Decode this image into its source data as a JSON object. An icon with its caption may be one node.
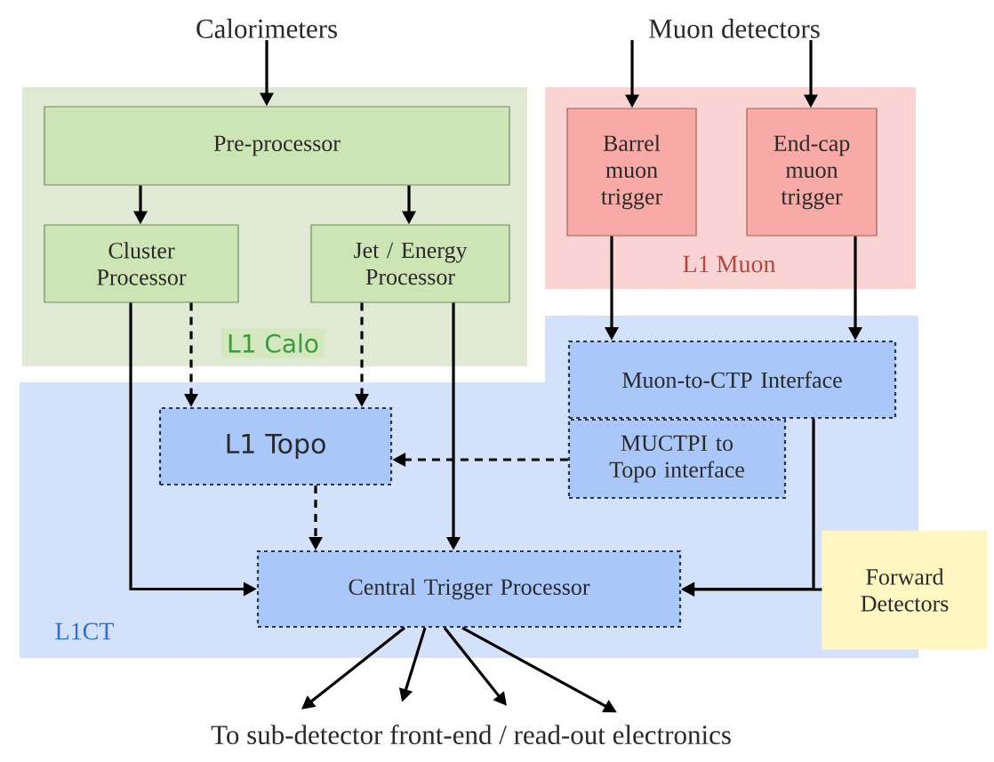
{
  "diagram": {
    "nodes": [
      {
        "text": [
          "Calorimeters"
        ]
      },
      {
        "text": [
          "Muon detectors"
        ]
      },
      {
        "text": [
          "L1 Calo"
        ]
      },
      {
        "text": [
          "Pre-processor"
        ],
        "in": 2
      },
      {
        "text": [
          "Cluster Processor"
        ],
        "in": 2
      },
      {
        "text": [
          "Jet / Energy Processor"
        ],
        "in": 2
      },
      {
        "text": [
          "L1 Muon"
        ]
      },
      {
        "text": [
          "Barrel muon trigger"
        ],
        "in": 6
      },
      {
        "text": [
          "End-cap muon trigger"
        ],
        "in": 6
      },
      {
        "text": [
          "L1CT"
        ]
      },
      {
        "text": [
          "L1 Topo"
        ],
        "in": 9
      },
      {
        "text": [
          "Muon-to-CTP Interface"
        ],
        "in": 9
      },
      {
        "text": [
          "MUCTPI to Topo interface"
        ],
        "in": 9
      },
      {
        "text": [
          "Central Trigger Processor"
        ],
        "in": 9
      },
      {
        "text": [
          "Forward Detectors"
        ]
      },
      {
        "text": [
          "To sub-detector front-end / read-out electronics"
        ]
      }
    ],
    "edges": [
      {
        "from": 0,
        "to": 3,
        "arrow": "to"
      },
      {
        "from": 1,
        "to": 7,
        "arrow": "to"
      },
      {
        "from": 1,
        "to": 8,
        "arrow": "to"
      },
      {
        "from": 3,
        "to": 4,
        "arrow": "to"
      },
      {
        "from": 3,
        "to": 5,
        "arrow": "to"
      },
      {
        "from": 4,
        "to": 10,
        "arrow": "to",
        "style": "dashed"
      },
      {
        "from": 4,
        "to": 13,
        "arrow": "to"
      },
      {
        "from": 5,
        "to": 10,
        "arrow": "to",
        "style": "dashed"
      },
      {
        "from": 5,
        "to": 13,
        "arrow": "to"
      },
      {
        "from": 7,
        "to": 11,
        "arrow": "to"
      },
      {
        "from": 8,
        "to": 11,
        "arrow": "to"
      },
      {
        "from": 12,
        "to": 10,
        "arrow": "to",
        "style": "dashed"
      },
      {
        "from": 10,
        "to": 13,
        "arrow": "to",
        "style": "dashed"
      },
      {
        "from": 11,
        "to": 13,
        "arrow": "to"
      },
      {
        "from": 14,
        "to": 13,
        "arrow": "to"
      },
      {
        "from": 13,
        "to": 15,
        "arrow": "to"
      },
      {
        "from": 13,
        "to": 15,
        "arrow": "to"
      },
      {
        "from": 13,
        "to": 15,
        "arrow": "to"
      },
      {
        "from": 13,
        "to": 15,
        "arrow": "to"
      }
    ]
  }
}
